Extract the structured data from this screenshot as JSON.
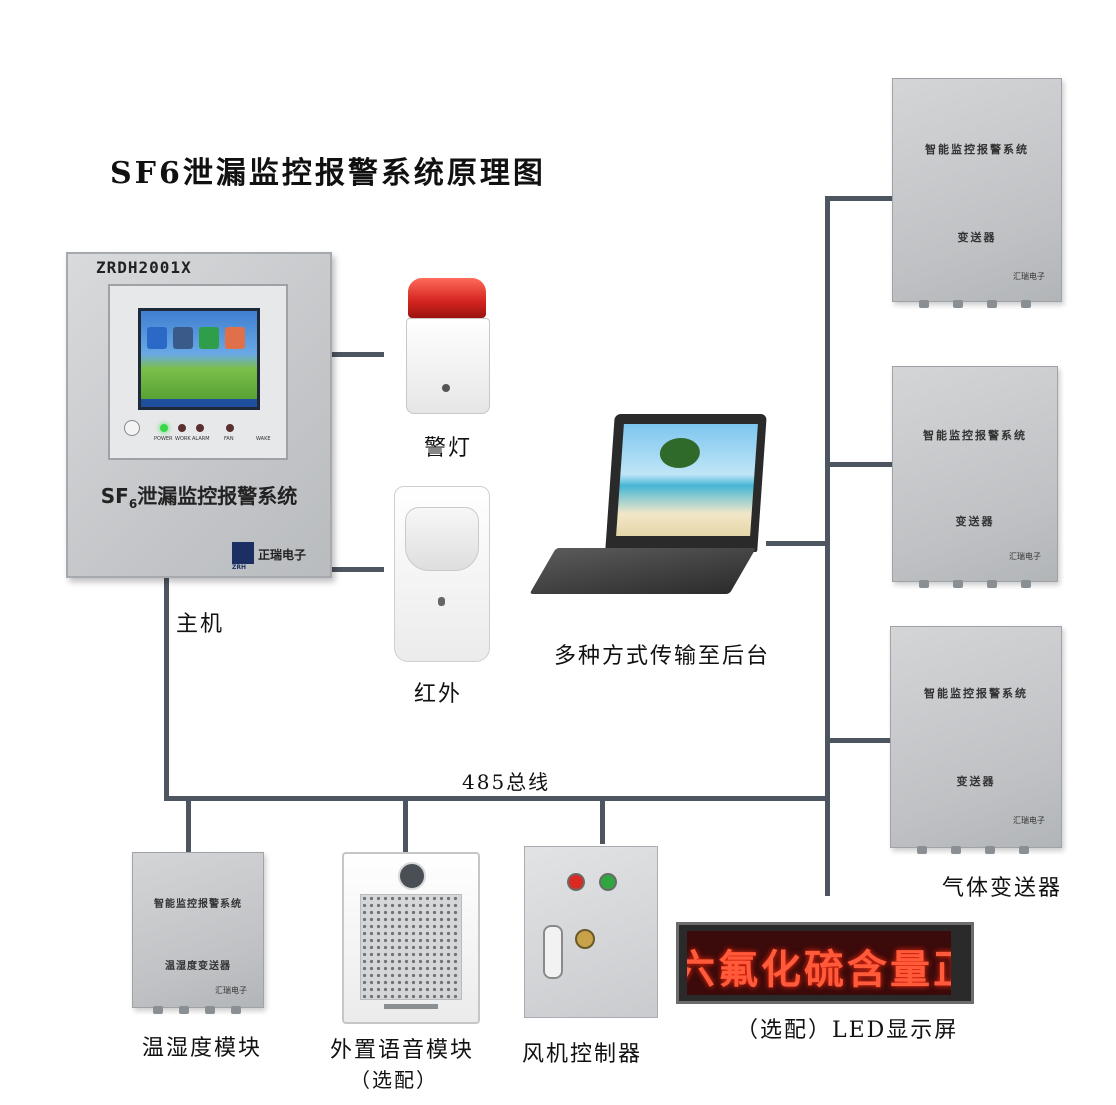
{
  "title": "SF6泄漏监控报警系统原理图",
  "host": {
    "model": "ZRDH2001X",
    "title_main": "SF",
    "title_sub": "6",
    "title_rest": "泄漏监控报警系统",
    "logo_text": "正瑞电子",
    "logo_mark": "ZRH",
    "label": "主机",
    "led_labels": [
      "POWER",
      "WORK",
      "ALARM",
      "FAN",
      "WAKE"
    ]
  },
  "devices": {
    "warning_light": "警灯",
    "infrared": "红外",
    "backend": "多种方式传输至后台",
    "bus": "485总线",
    "gas_transmitter": "气体变送器",
    "temp_humidity": "温湿度模块",
    "voice_module_line1": "外置语音模块",
    "voice_module_line2": "（选配）",
    "fan_controller": "风机控制器",
    "led_screen": "（选配）LED显示屏"
  },
  "transmitter": {
    "title": "智能监控报警系统",
    "name": "变送器",
    "logo": "汇瑞电子"
  },
  "temp_box": {
    "title": "智能监控报警系统",
    "name": "温湿度变送器",
    "logo": "汇瑞电子"
  },
  "led_display_text": "六氟化硫含量正",
  "colors": {
    "wire": "#4d5560",
    "led_text": "#ff5a3a",
    "siren_red": "#d2231e"
  }
}
